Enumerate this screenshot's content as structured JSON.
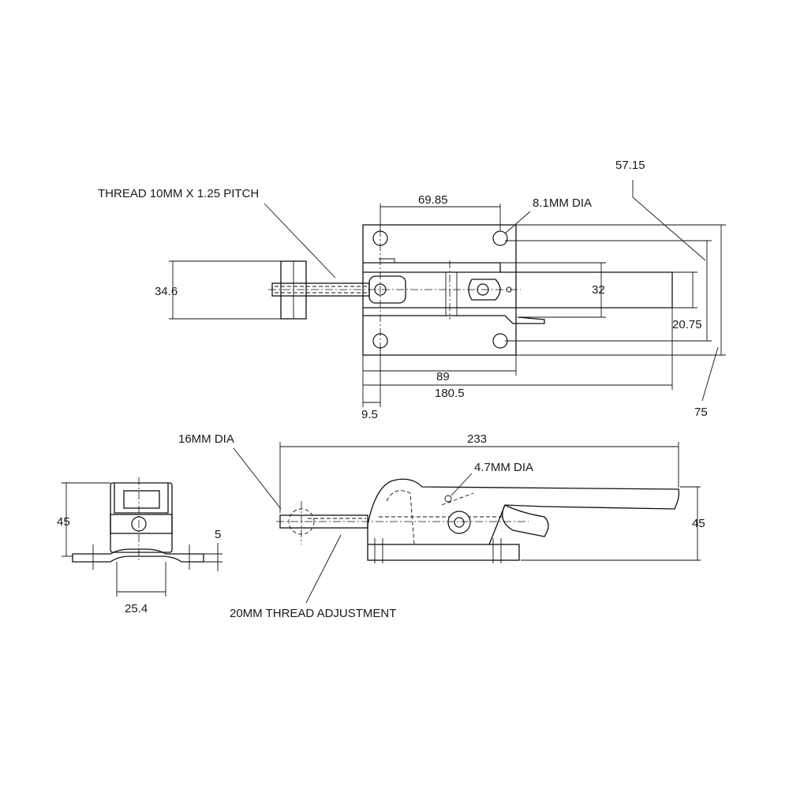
{
  "labels": {
    "thread_pitch": "THREAD 10MM X 1.25 PITCH",
    "hole_dia": "8.1MM DIA",
    "bolt_dia": "16MM DIA",
    "pin_dia": "4.7MM DIA",
    "thread_adjust": "20MM THREAD ADJUSTMENT"
  },
  "dimensions": {
    "hole_spacing": "69.85",
    "offset_57": "57.15",
    "height_34": "34.6",
    "width_32": "32",
    "offset_20": "20.75",
    "base_89": "89",
    "overall_180": "180.5",
    "edge_9": "9.5",
    "height_75": "75",
    "length_233": "233",
    "side_45_left": "45",
    "side_5": "5",
    "base_25": "25.4",
    "side_45_right": "45"
  }
}
